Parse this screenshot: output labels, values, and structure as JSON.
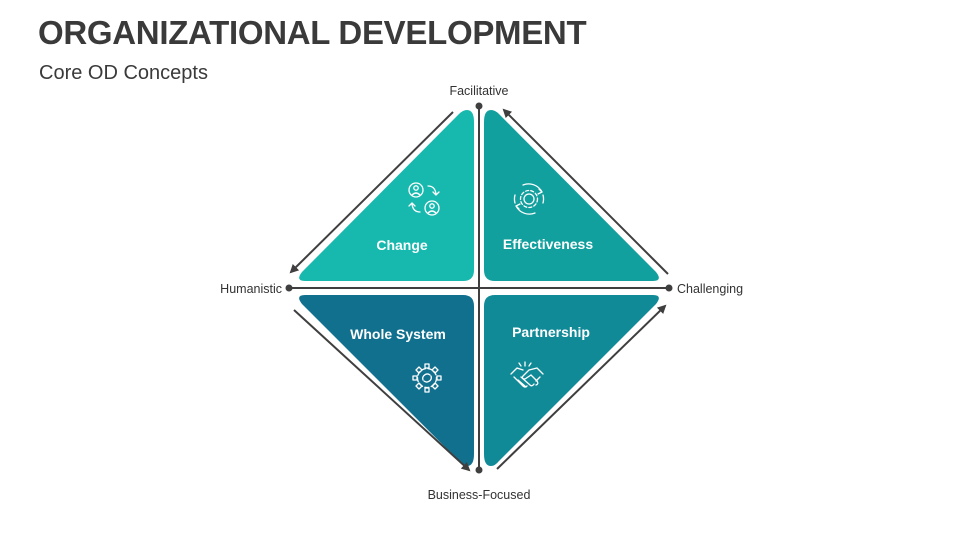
{
  "header": {
    "title": "ORGANIZATIONAL DEVELOPMENT",
    "subtitle": "Core OD Concepts"
  },
  "axes": {
    "top": "Facilitative",
    "bottom": "Business-Focused",
    "left": "Humanistic",
    "right": "Challenging"
  },
  "quadrants": {
    "top_left": {
      "label": "Change",
      "icon": "people-exchange-icon",
      "color": "#17b8ae"
    },
    "top_right": {
      "label": "Effectiveness",
      "icon": "gear-cycle-icon",
      "color": "#12a09e"
    },
    "bottom_left": {
      "label": "Whole System",
      "icon": "gear-icon",
      "color": "#12708f"
    },
    "bottom_right": {
      "label": "Partnership",
      "icon": "handshake-icon",
      "color": "#118a98"
    }
  },
  "colors": {
    "axis": "#3f3f3f",
    "text": "#3a3a3a"
  }
}
